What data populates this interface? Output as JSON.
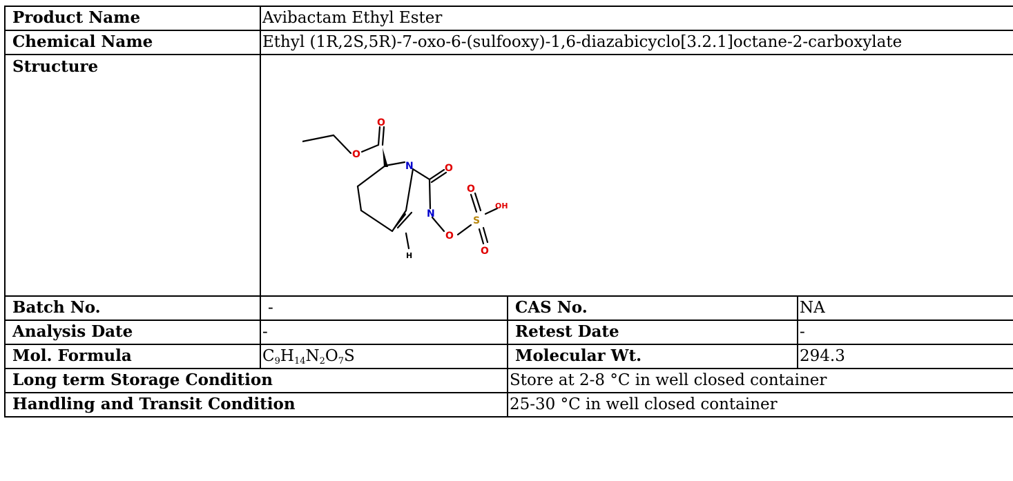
{
  "rows": {
    "product_name": {
      "label": "Product Name",
      "value": "Avibactam Ethyl Ester"
    },
    "chemical_name": {
      "label": "Chemical Name",
      "value": "Ethyl (1R,2S,5R)-7-oxo-6-(sulfooxy)-1,6-diazabicyclo[3.2.1]octane-2-carboxylate"
    },
    "structure": {
      "label": "Structure",
      "atoms": {
        "o_top": "O",
        "o_ester": "O",
        "n1": "N",
        "o_carbonyl": "O",
        "n6": "N",
        "o_link": "O",
        "s": "S",
        "o_s_top": "O",
        "oh": "OH",
        "o_s_bottom": "O",
        "h": "H"
      }
    },
    "batch_no": {
      "label": "Batch No.",
      "value": "-"
    },
    "cas_no": {
      "label": "CAS No.",
      "value": "NA"
    },
    "analysis_date": {
      "label": "Analysis Date",
      "value": "-"
    },
    "retest_date": {
      "label": "Retest Date",
      "value": "-"
    },
    "mol_formula": {
      "label": "Mol. Formula",
      "parts": [
        {
          "el": "C",
          "n": "9"
        },
        {
          "el": "H",
          "n": "14"
        },
        {
          "el": "N",
          "n": "2"
        },
        {
          "el": "O",
          "n": "7"
        },
        {
          "el": "S",
          "n": ""
        }
      ]
    },
    "molecular_wt": {
      "label": "Molecular Wt.",
      "value": "294.3"
    },
    "storage": {
      "label": "Long term Storage Condition",
      "value": "Store at 2-8 °C in well closed container"
    },
    "handling": {
      "label": "Handling and Transit Condition",
      "value": "25-30 °C in well closed container"
    }
  },
  "colors": {
    "oxygen": "#e00000",
    "nitrogen": "#0000cc",
    "sulfur": "#b8860b",
    "bond": "#000000"
  }
}
